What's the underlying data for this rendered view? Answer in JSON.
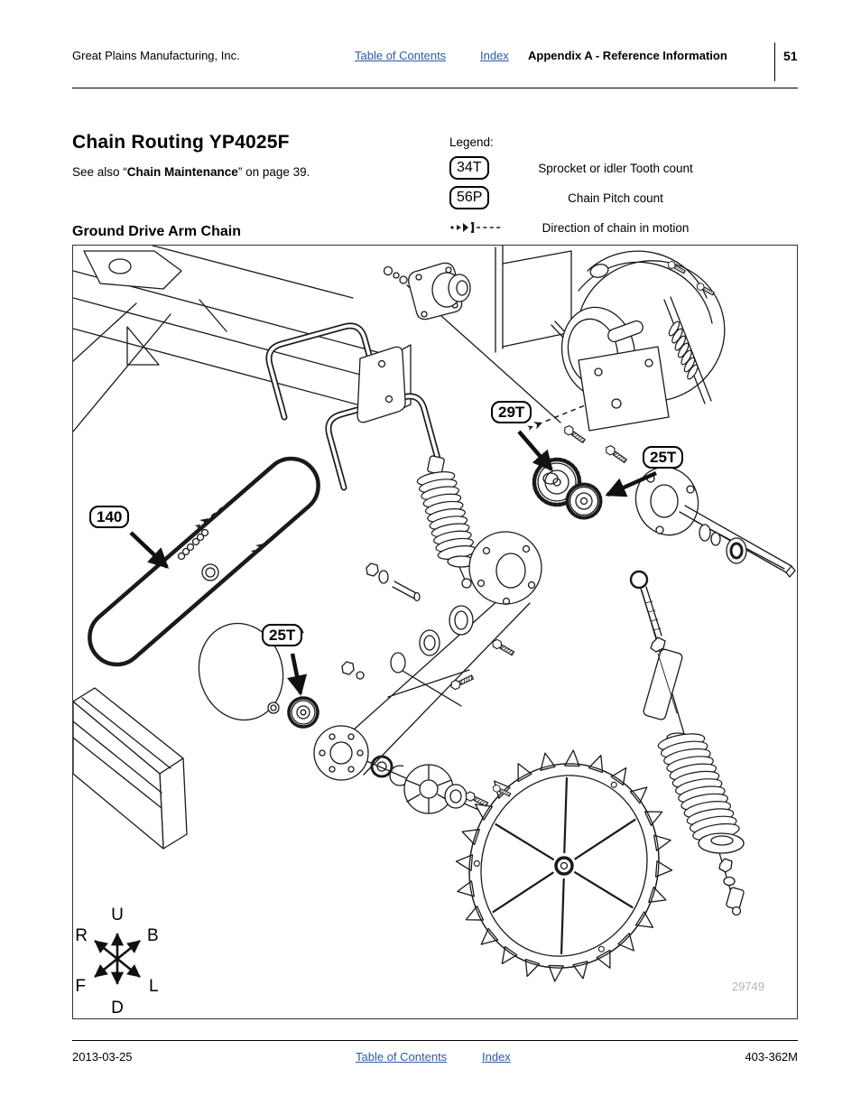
{
  "header": {
    "company": "Great Plains Manufacturing, Inc.",
    "toc_link": "Table of Contents",
    "index_link": "Index",
    "section_title": "Appendix A - Reference Information",
    "page_number": "51"
  },
  "content": {
    "title": "Chain Routing YP4025F",
    "see_also_prefix": "See also “",
    "see_also_ref": "Chain Maintenance",
    "see_also_suffix": "” on page 39.",
    "section_heading": "Ground Drive Arm Chain"
  },
  "legend": {
    "heading": "Legend:",
    "items": [
      {
        "badge": "34T",
        "label": "Sprocket or idler Tooth count"
      },
      {
        "badge": "56P",
        "label": "Chain Pitch count"
      },
      {
        "badge": "",
        "icon": "chain-direction-icon",
        "label": "Direction of chain in motion"
      }
    ]
  },
  "diagram": {
    "callouts": [
      {
        "id": "chain-140",
        "label": "140"
      },
      {
        "id": "sprocket-29t",
        "label": "29T"
      },
      {
        "id": "sprocket-25t-input",
        "label": "25T"
      },
      {
        "id": "sprocket-25t-arm",
        "label": "25T"
      }
    ],
    "compass": {
      "u": "U",
      "d": "D",
      "r": "R",
      "b": "B",
      "f": "F",
      "l": "L"
    },
    "figure_number": "29749"
  },
  "footer": {
    "date": "2013-03-25",
    "toc_link": "Table of Contents",
    "index_link": "Index",
    "doc_number": "403-362M"
  },
  "colors": {
    "link": "#2a5aa8",
    "figure_number": "#b5b5b5",
    "line_art": "#1a1a1a"
  }
}
